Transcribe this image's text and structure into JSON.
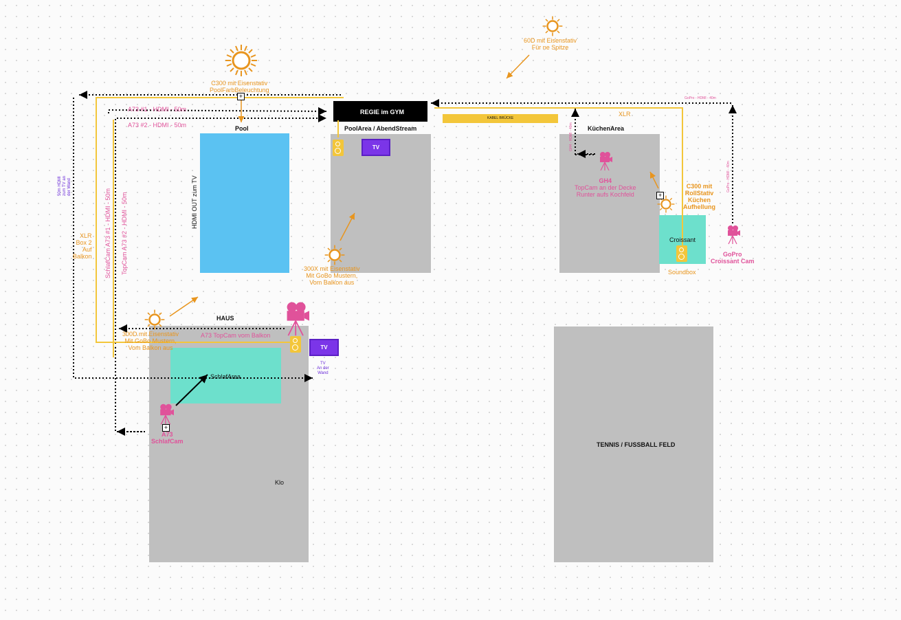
{
  "areas": {
    "regie": "REGIE im GYM",
    "pool": "Pool",
    "poolarea": "PoolArea / AbendStream",
    "kuechen": "KüchenArea",
    "haus": "HAUS",
    "schlaf": "SchlafArea",
    "klo": "Klo",
    "croissant": "Croissant",
    "tennis": "TENNIS / FUSSBALL FELD",
    "kabel": "KABEL BRÜCKE"
  },
  "cables": {
    "a73_1": "A73 #1 - HDMI - 50m",
    "a73_2": "A73 #2 - HDMI - 50m",
    "hdmi_out": "HDMI OUT zum TV",
    "xlr_right": "XLR",
    "xlr_box": [
      "XLR",
      "Box 2",
      "Auf",
      "Balkon"
    ],
    "schlafcam_a73": "SchlafCam A73 #1 - HDMI - 50m",
    "topcam_a73": "TopCam A73 #2 - HDMI - 50m",
    "hdmi_50m_left": [
      "50m HDMI",
      "zum TV an",
      "der Wand"
    ],
    "gopro_hdmi_top": "GoPro - HDMI - 40m",
    "gopro_hdmi_vert": "GoPro - HDMI - 40m",
    "gh4_hdmi": "GH4 - HDMI - 40m"
  },
  "lights": {
    "c300_pool": [
      "C300 mit Eisenstativ",
      "PoolFarbBeleuchtung"
    ],
    "d60": [
      "60D mit Eisenstativ",
      "Für ne Spitze"
    ],
    "x300": [
      "300X mit Eisenstativ",
      "Mit GoBo Mustern,",
      "Vom Balkon aus"
    ],
    "d300": [
      "300D mit Eisenstativ",
      "Mit GoBo Mustern,",
      "Vom Balkon aus"
    ],
    "c300_kueche": [
      "C300 mit",
      "RollStativ",
      "Küchen",
      "Aufhellung"
    ]
  },
  "cams": {
    "gh4": [
      "GH4",
      "TopCam an der Decke",
      "Runter aufs Kochfeld"
    ],
    "gopro": [
      "GoPro",
      "Croissant Cam"
    ],
    "a73_schlaf": [
      "A73",
      "SchlafCam"
    ],
    "a73_top": "A73 TopCam vom Balkon"
  },
  "devices": {
    "tv_pool": "TV",
    "tv_haus": "TV",
    "tv_wall": [
      "TV",
      "An der",
      "Wand"
    ],
    "soundbox": "Soundbox"
  },
  "colors": {
    "area": "#bfbfbf",
    "pool": "#5bc2f2",
    "mint": "#6de0cc",
    "orange": "#e8951e",
    "pink": "#e0529a",
    "yellow": "#f3c63a",
    "purple": "#7b35e8"
  },
  "icons": [
    "sun-icon",
    "camera-icon",
    "speaker-icon",
    "add-icon"
  ]
}
